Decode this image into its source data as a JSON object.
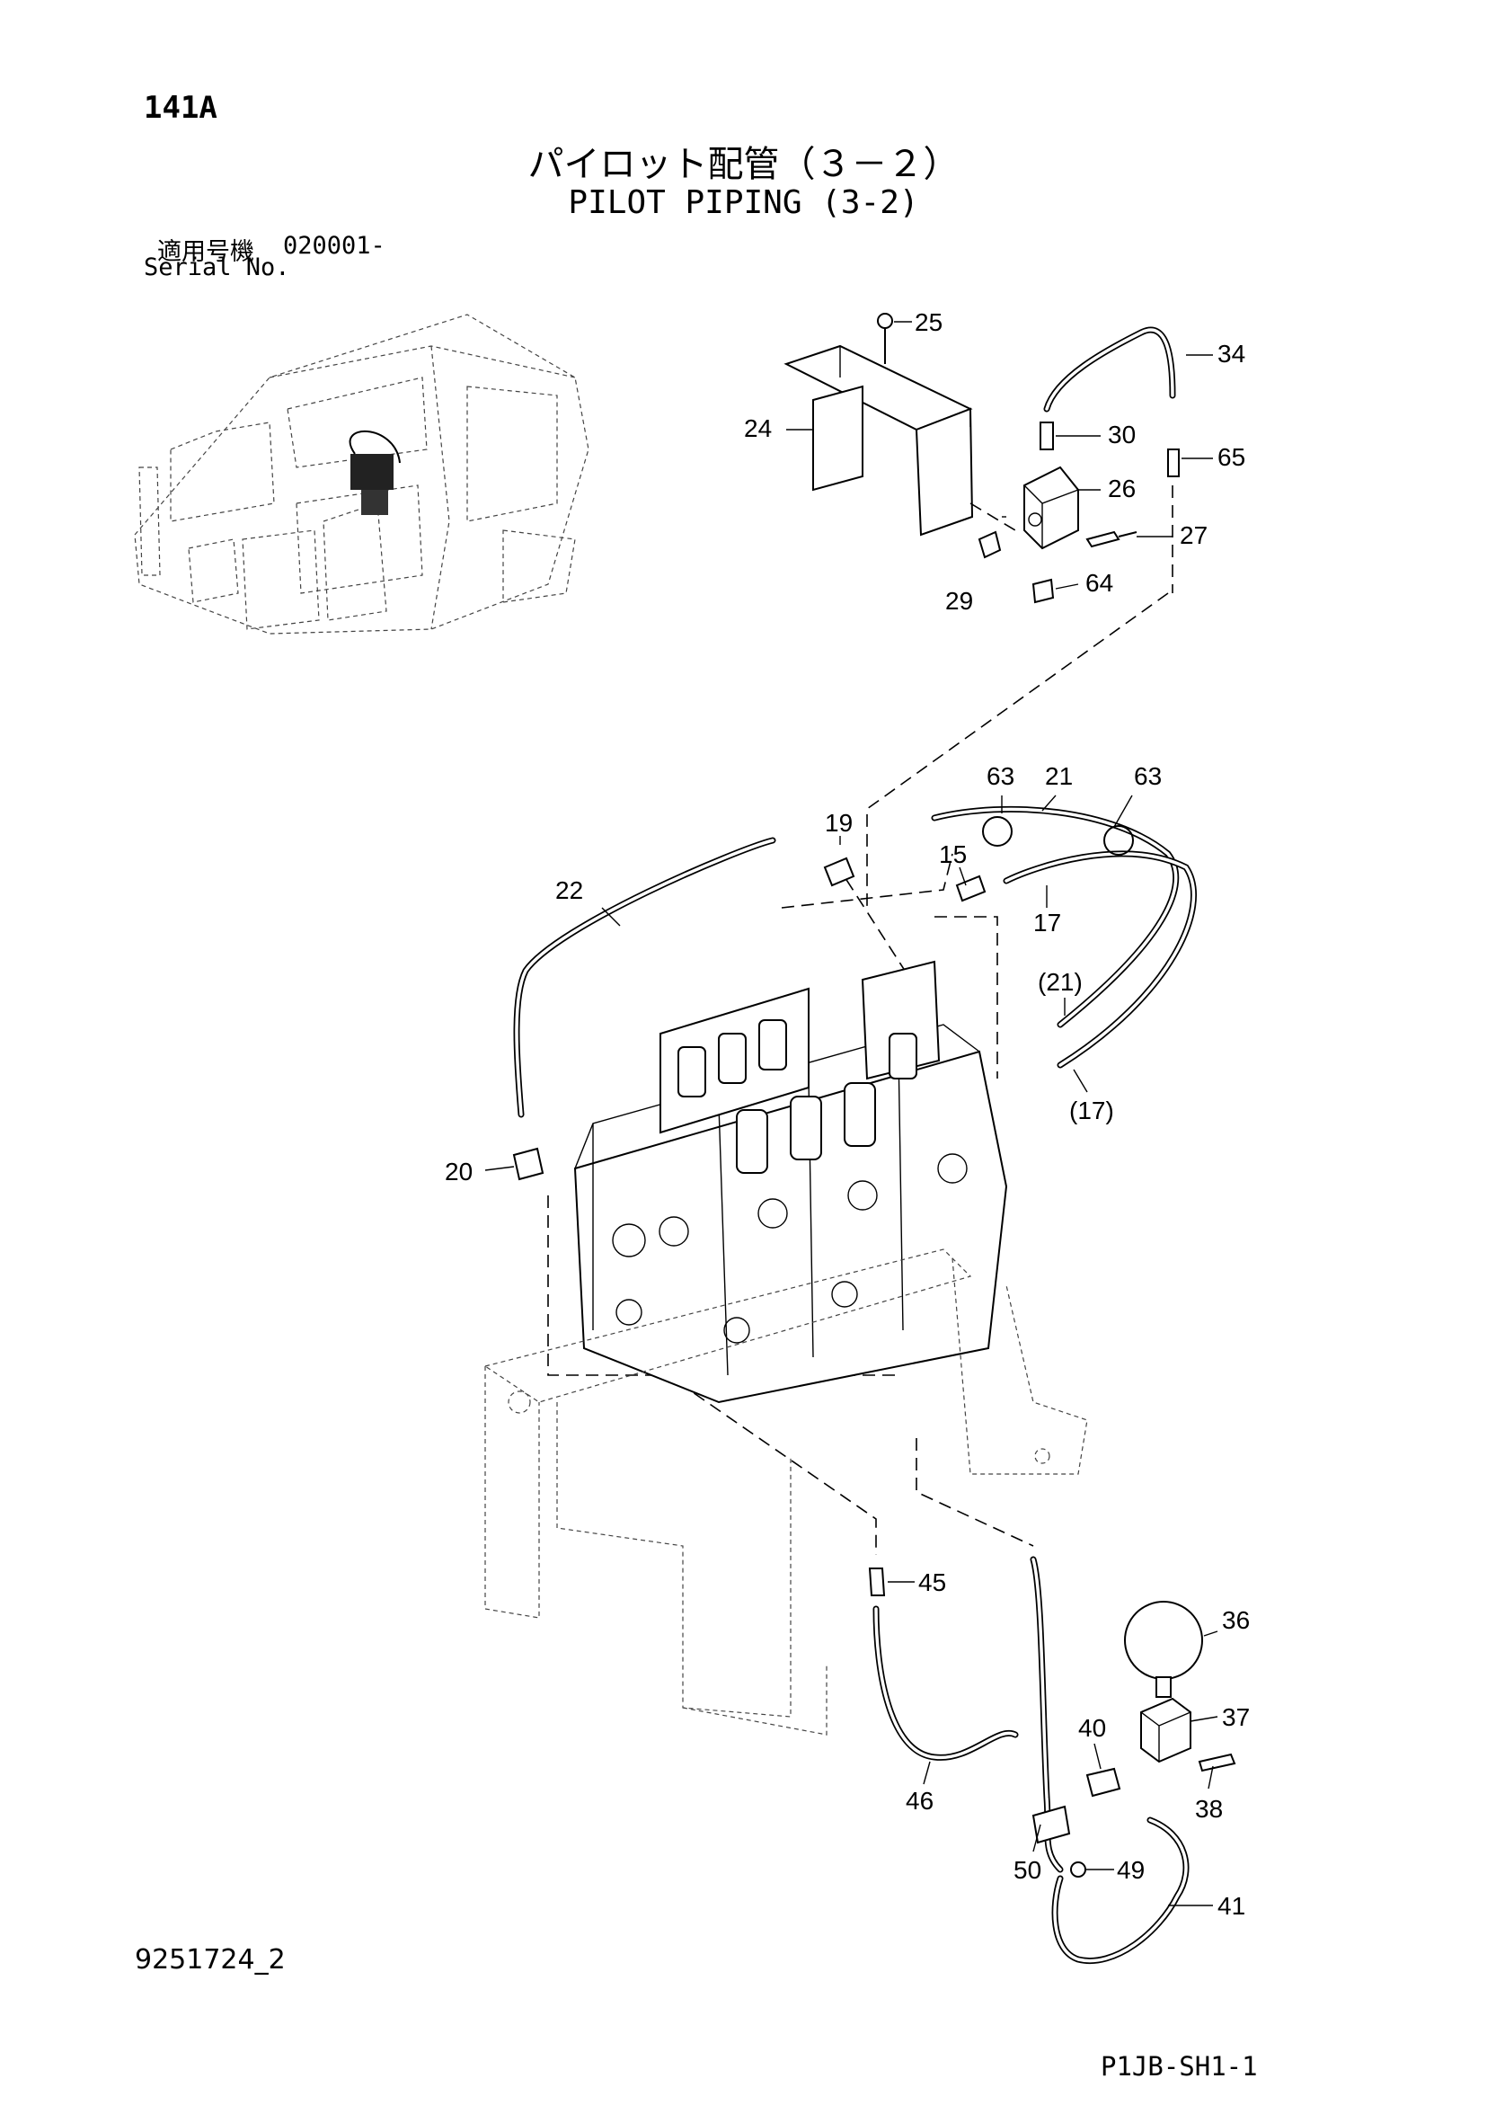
{
  "header": {
    "page_no": "141A",
    "title_jp": "パイロット配管（３－２）",
    "title_en": "PILOT PIPING (3-2)",
    "serial_jp_label": "適用号機",
    "serial_value": "020001-",
    "serial_en_label": "Serial No."
  },
  "footer": {
    "doc_number": "9251724_2",
    "sheet_code": "P1JB-SH1-1"
  },
  "callouts": [
    "25",
    "24",
    "34",
    "30",
    "65",
    "26",
    "27",
    "29",
    "64",
    "63",
    "21",
    "63",
    "19",
    "15",
    "22",
    "17",
    "(21)",
    "(17)",
    "20",
    "45",
    "36",
    "40",
    "37",
    "38",
    "46",
    "49",
    "50",
    "41"
  ]
}
